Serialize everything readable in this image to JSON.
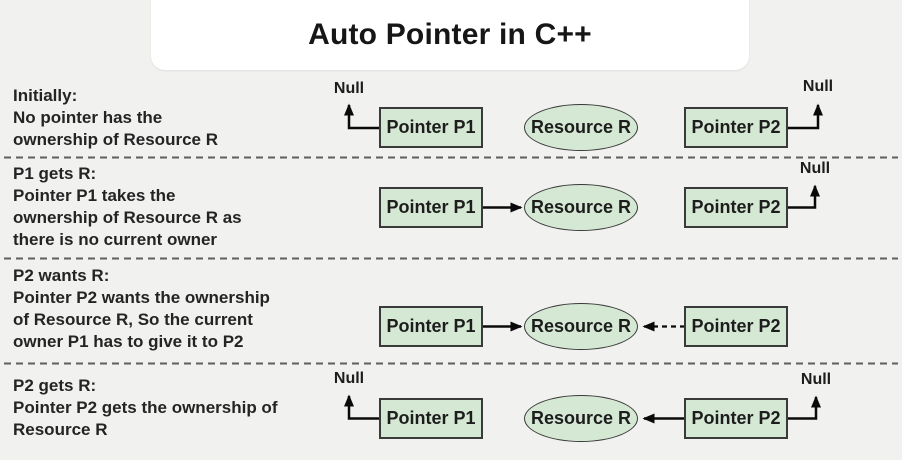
{
  "title": "Auto Pointer in C++",
  "labels": {
    "pointer_p1": "Pointer P1",
    "pointer_p2": "Pointer P2",
    "resource_r": "Resource R",
    "null_ref": "Null"
  },
  "colors": {
    "background": "#f1f2f0",
    "title_card": "#ffffff",
    "node_fill": "#d5e8d4",
    "node_border": "#3a3a3a",
    "text": "#242424",
    "arrow": "#0a0a0a",
    "separator": "#5f5f5f"
  },
  "rows": [
    {
      "id": "initially",
      "lines": [
        "Initially:",
        "No pointer has the",
        "ownership of Resource R"
      ],
      "p1_points_to": "Null",
      "p2_points_to": "Null"
    },
    {
      "id": "p1-gets-r",
      "lines": [
        "P1 gets R:",
        "Pointer P1 takes the",
        "ownership of Resource R as",
        "there is no current owner"
      ],
      "p1_points_to": "Resource R",
      "p2_points_to": "Null"
    },
    {
      "id": "p2-wants-r",
      "lines": [
        "P2 wants R:",
        "Pointer P2 wants the ownership",
        "of Resource R, So the current",
        "owner P1 has to give it to P2"
      ],
      "p1_points_to": "Resource R",
      "p2_points_to": "Resource R (dashed request)"
    },
    {
      "id": "p2-gets-r",
      "lines": [
        "P2 gets R:",
        "Pointer P2 gets the ownership of",
        "Resource R"
      ],
      "p1_points_to": "Null",
      "p2_points_to": "Resource R"
    }
  ]
}
